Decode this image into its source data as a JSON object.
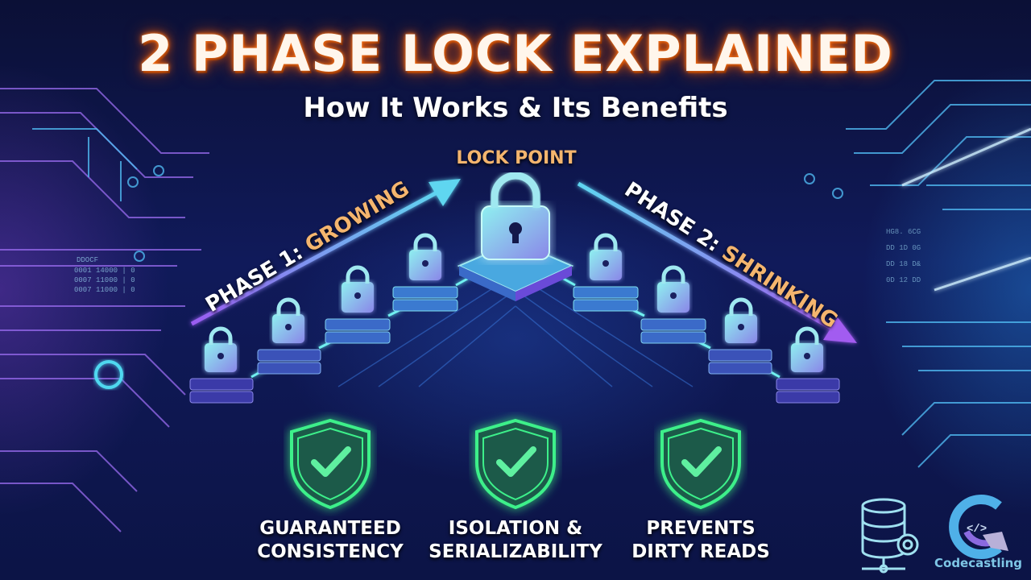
{
  "title": "2 PHASE LOCK EXPLAINED",
  "subtitle": "How It Works & Its Benefits",
  "diagram": {
    "lock_point_label": "LOCK POINT",
    "phase1": {
      "prefix": "PHASE 1: ",
      "highlight": "GROWING",
      "direction": "up"
    },
    "phase2": {
      "prefix": "PHASE 2: ",
      "highlight": "SHRINKING",
      "direction": "down"
    },
    "growing_locks": 4,
    "shrinking_locks": 4
  },
  "benefits": [
    {
      "line1": "GUARANTEED",
      "line2": "CONSISTENCY",
      "icon": "shield-check-icon"
    },
    {
      "line1": "ISOLATION &",
      "line2": "SERIALIZABILITY",
      "icon": "shield-check-icon"
    },
    {
      "line1": "PREVENTS",
      "line2": "DIRTY READS",
      "icon": "shield-check-icon"
    }
  ],
  "branding": {
    "name": "Codecastling",
    "icons": [
      "database-gear-icon",
      "codecastling-logo-icon"
    ]
  },
  "colors": {
    "title_glow": "#ff7a1a",
    "highlight": "#f4b56e",
    "shield": "#3ef08a",
    "lock": "#7fe3f0",
    "arrow_start": "#5fd6f0",
    "arrow_end": "#a25cf0"
  }
}
